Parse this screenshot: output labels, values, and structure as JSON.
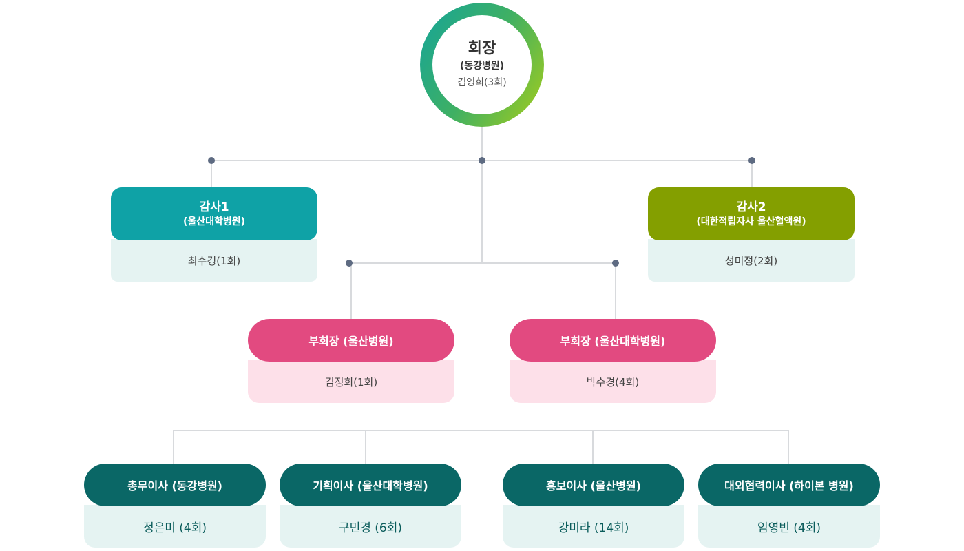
{
  "president": {
    "title": "회장",
    "org": "(동강병원)",
    "name": "김영희(3회)"
  },
  "auditors": [
    {
      "title": "감사1",
      "org": "(울산대학병원)",
      "name": "최수경(1회)",
      "color": "#0fa2a6"
    },
    {
      "title": "감사2",
      "org": "(대한적립자사 울산혈액원)",
      "name": "성미정(2회)",
      "color": "#849f00"
    }
  ],
  "vice_presidents": [
    {
      "title": "부회장 (울산병원)",
      "name": "김정희(1회)"
    },
    {
      "title": "부회장 (울산대학병원)",
      "name": "박수경(4회)"
    }
  ],
  "directors": [
    {
      "title": "총무이사 (동강병원)",
      "name": "정은미 (4회)"
    },
    {
      "title": "기획이사 (울산대학병원)",
      "name": "구민경 (6회)"
    },
    {
      "title": "홍보이사 (울산병원)",
      "name": "강미라 (14회)"
    },
    {
      "title": "대외협력이사 (하이본 병원)",
      "name": "임영빈 (4회)"
    }
  ],
  "colors": {
    "president_ring_start": "#14a49a",
    "president_ring_end": "#a6cd1a",
    "vice_head": "#e24a80",
    "vice_body": "#fde0e9",
    "director_head": "#0a6766",
    "director_body": "#e5f3f2",
    "connector": "#d8dadd",
    "node_dot": "#5e6b82"
  }
}
